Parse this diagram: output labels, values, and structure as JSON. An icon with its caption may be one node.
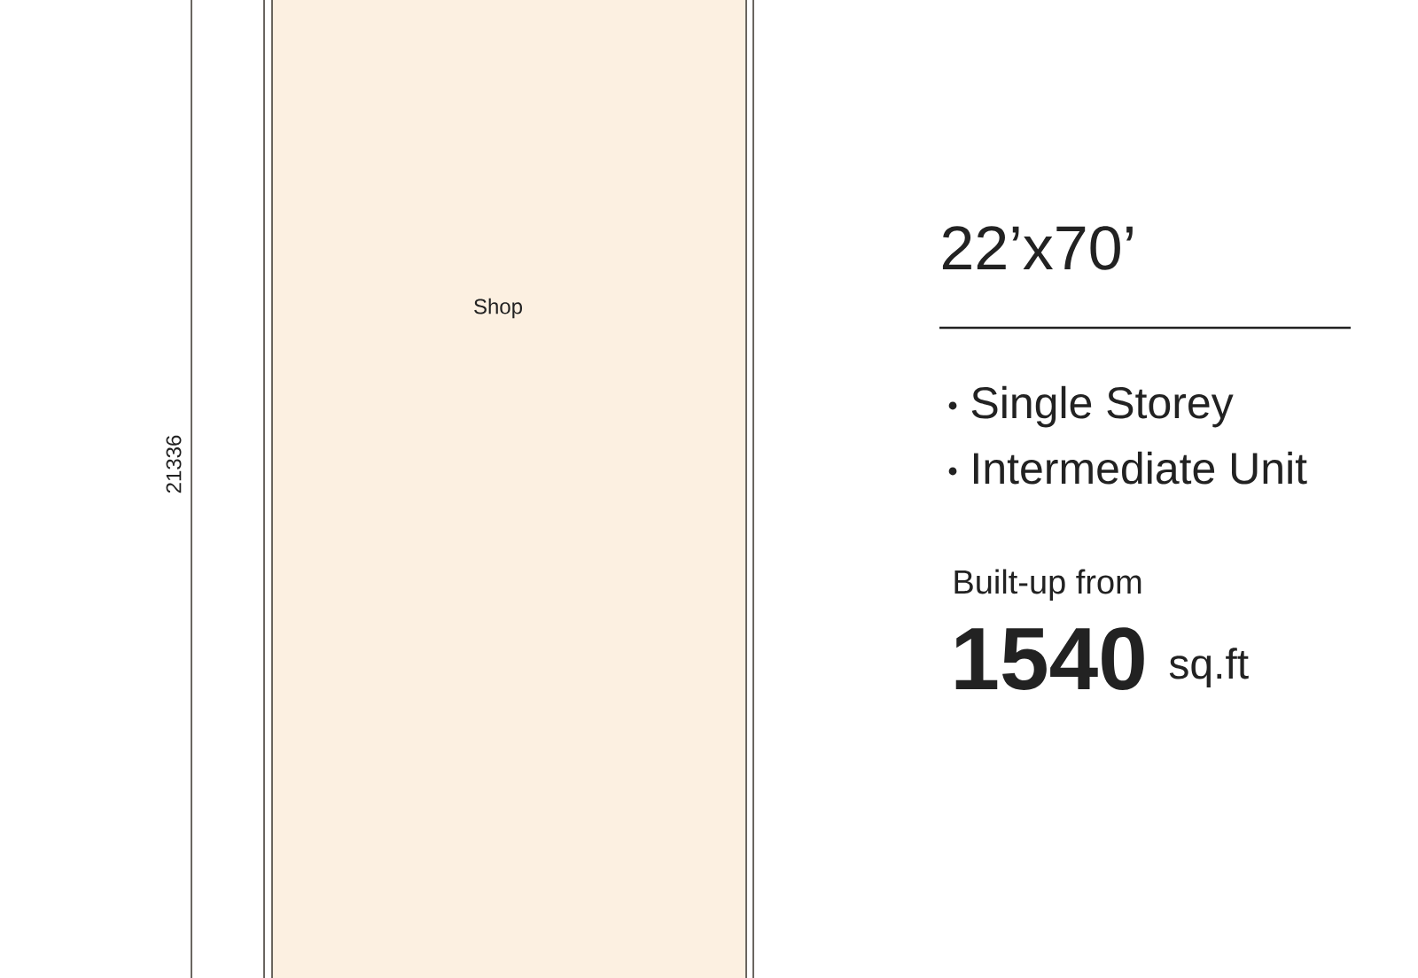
{
  "diagram": {
    "nodes": [
      {
        "text": [
          "Shop"
        ]
      }
    ],
    "labels": [
      "21336",
      "22’x70’",
      "Single Storey",
      "Intermediate Unit",
      "Built-up from",
      "1540",
      "sq.ft"
    ]
  }
}
